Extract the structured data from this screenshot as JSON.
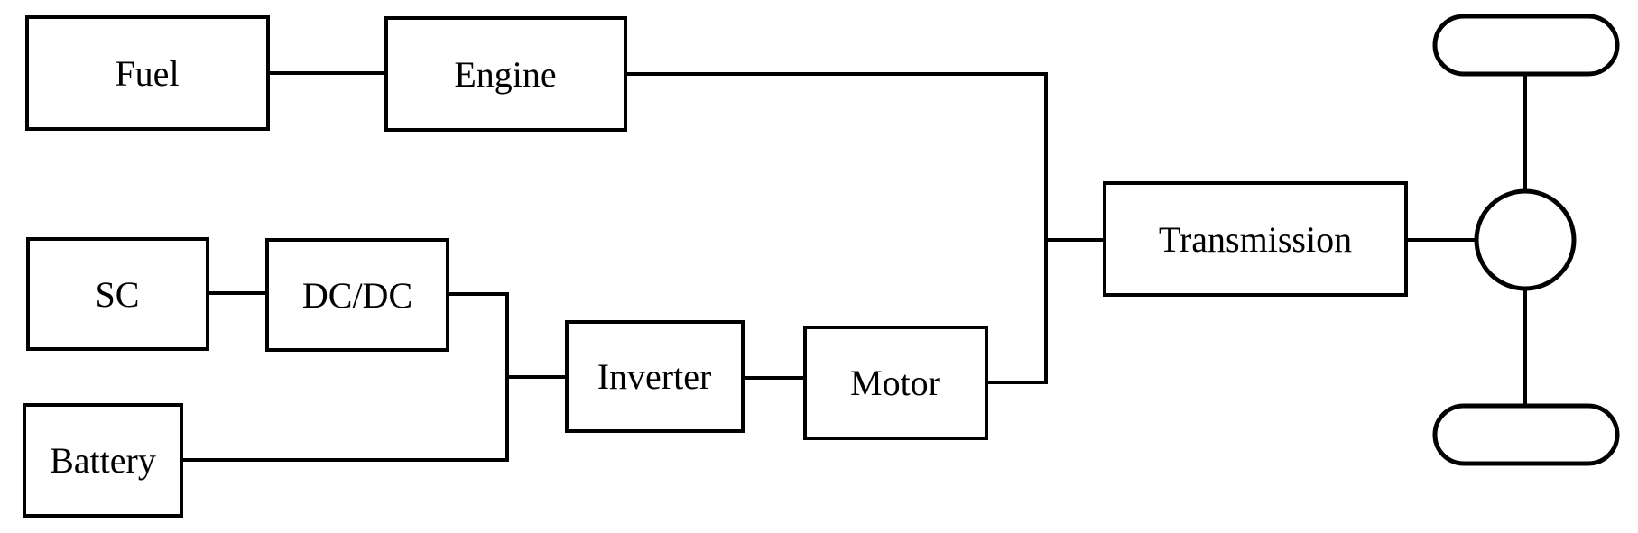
{
  "colors": {
    "stroke": "#000000",
    "background": "#ffffff"
  },
  "blocks": {
    "fuel": {
      "label": "Fuel"
    },
    "engine": {
      "label": "Engine"
    },
    "sc": {
      "label": "SC"
    },
    "dcdc": {
      "label": "DC/DC"
    },
    "battery": {
      "label": "Battery"
    },
    "inverter": {
      "label": "Inverter"
    },
    "motor": {
      "label": "Motor"
    },
    "transmission": {
      "label": "Transmission"
    }
  }
}
